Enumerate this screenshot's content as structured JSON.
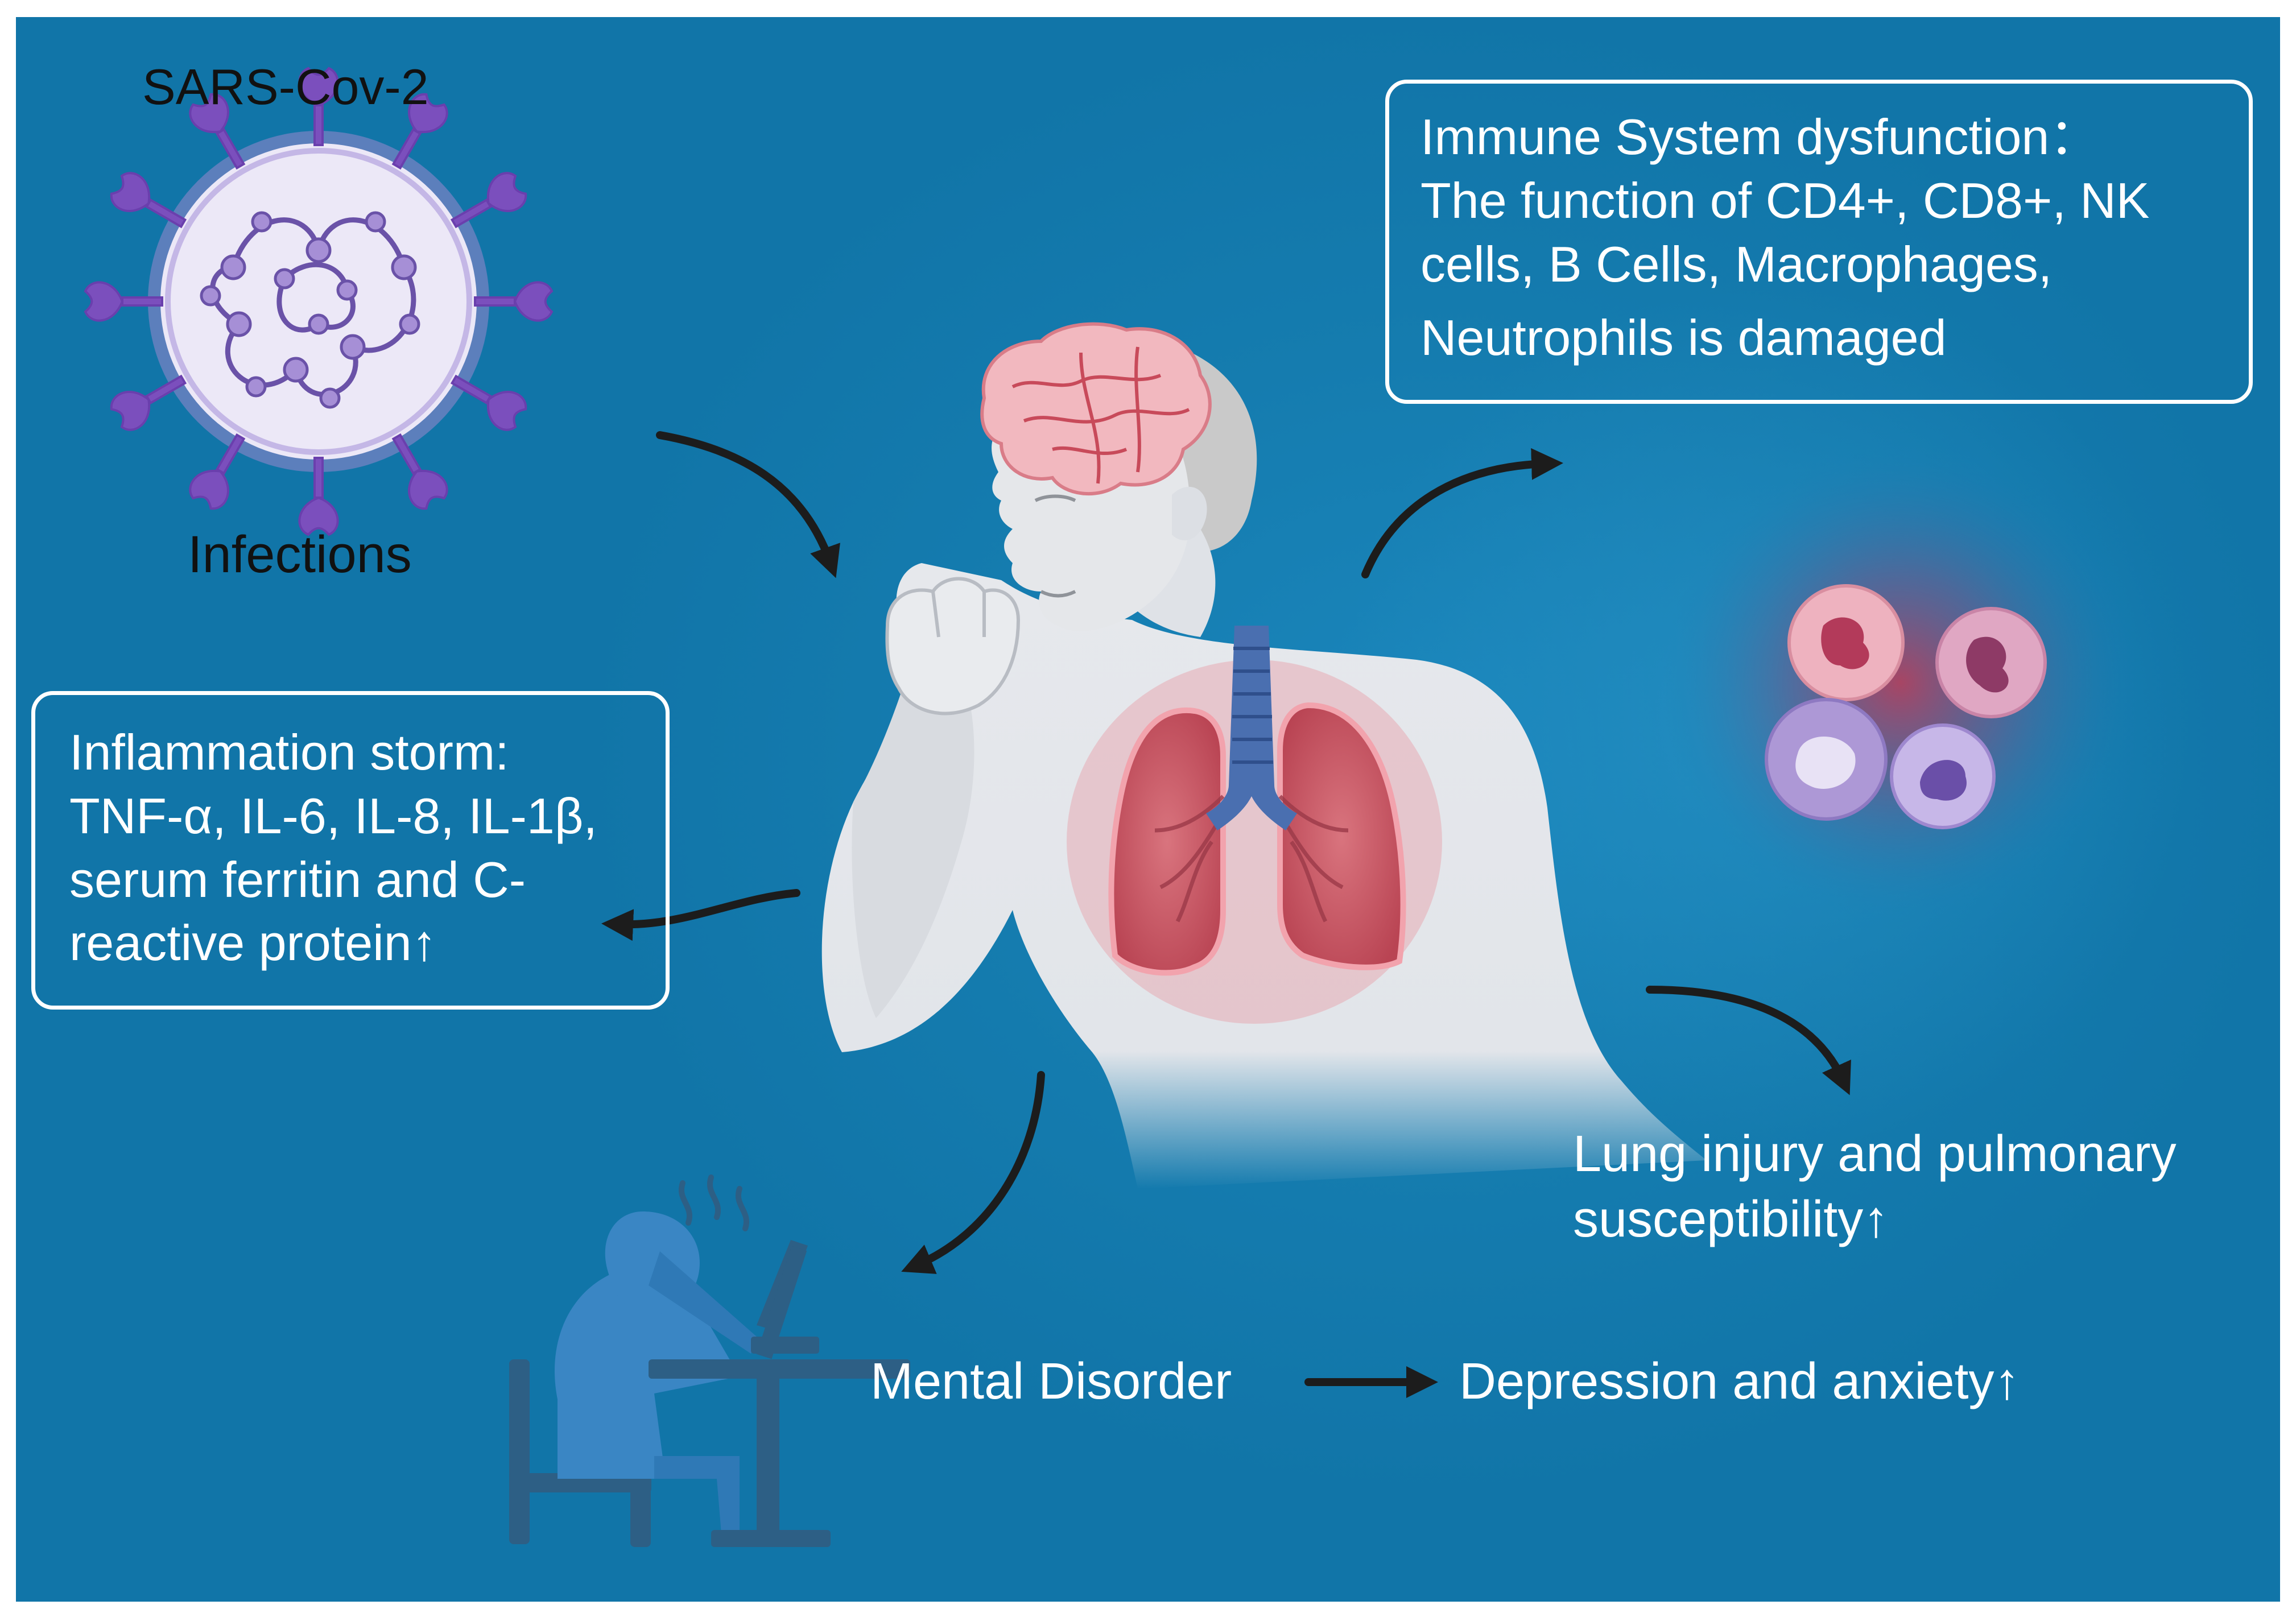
{
  "virus": {
    "name": "SARS-Cov-2",
    "caption": "Infections"
  },
  "immune_box": {
    "lines": [
      "Immune System dysfunction：",
      "The function of CD4+, CD8+, NK",
      "cells, B Cells, Macrophages,",
      "Neutrophils is damaged"
    ]
  },
  "inflammation_box": {
    "lines": [
      "Inflammation storm:",
      "TNF-α, IL-6, IL-8, IL-1β,",
      "serum ferritin and C-",
      "reactive protein↑"
    ]
  },
  "lung_injury": {
    "lines": [
      "Lung injury and pulmonary",
      "susceptibility↑"
    ]
  },
  "mental": {
    "disorder": "Mental Disorder",
    "outcome": "Depression and anxiety↑"
  },
  "colors": {
    "background": "#177fb3",
    "text_light": "#ffffff",
    "text_dark": "#111111",
    "arrow": "#1c1c1c",
    "virus_purple": "#8a5cc4",
    "lung_red": "#c8505d",
    "trachea_blue": "#4a6fb0"
  },
  "icons": {
    "virus": "sars-cov-2-virus-icon",
    "person": "coughing-man-icon",
    "cells": "immune-cells-icon",
    "stressed": "stressed-person-at-desk-icon"
  }
}
